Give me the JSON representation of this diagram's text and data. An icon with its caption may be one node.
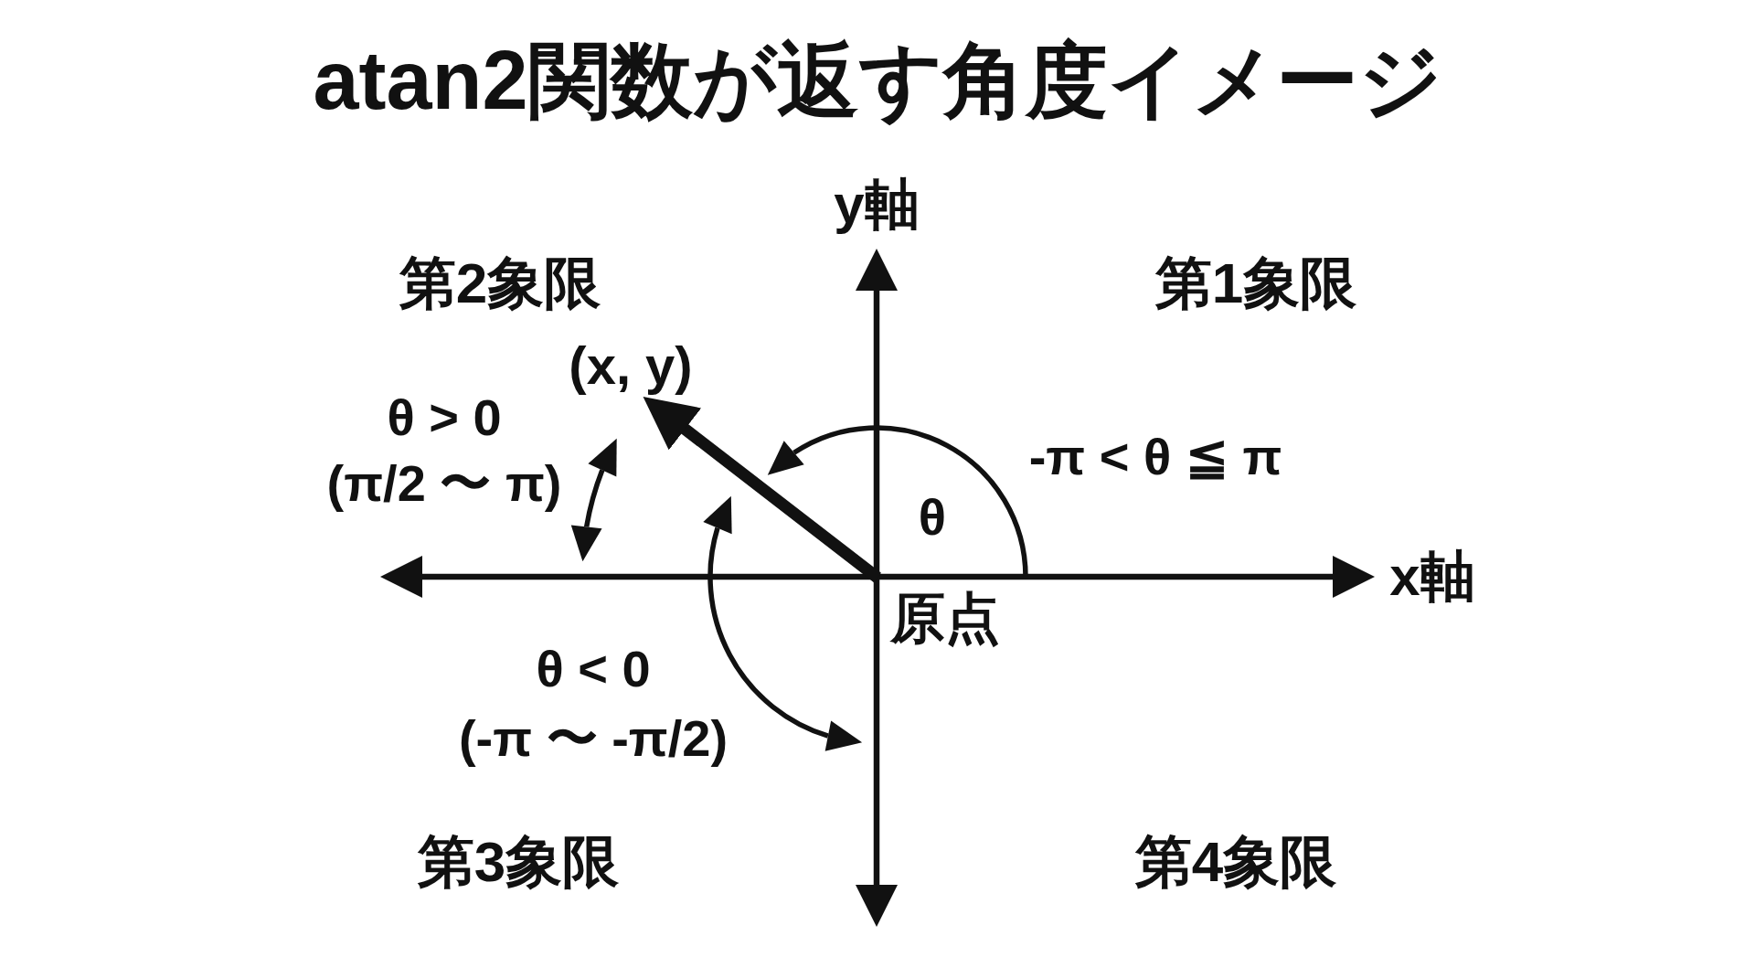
{
  "diagram": {
    "title": "atan2関数が返す角度イメージ",
    "nodes": [
      {
        "text": [
          "原点"
        ]
      },
      {
        "text": [
          "(x, y)"
        ]
      }
    ],
    "edges": [
      {
        "from": 0,
        "to": 1,
        "arrow": "to"
      }
    ],
    "labels": [
      "y軸",
      "第2象限",
      "第1象限",
      "θ > 0",
      "(π/2 〜 π)",
      "-π < θ ≦ π",
      "θ",
      "x軸",
      "θ < 0",
      "(-π 〜 -π/2)",
      "第3象限",
      "第4象限"
    ]
  }
}
